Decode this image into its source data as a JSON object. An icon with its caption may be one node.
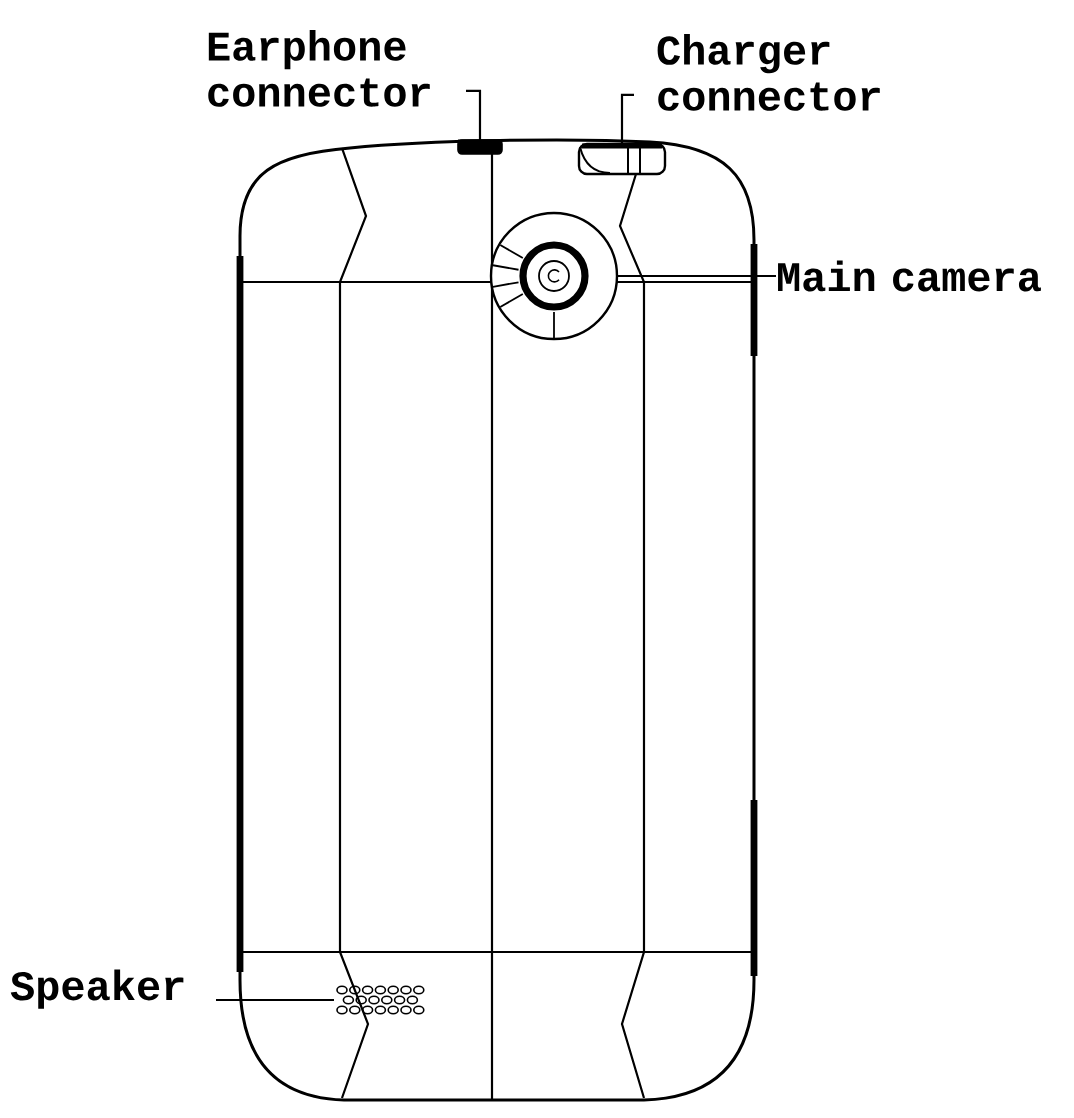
{
  "diagram": {
    "nodes": [
      {
        "text": [
          "Earphone connector"
        ]
      },
      {
        "text": [],
        "shape": "box"
      },
      {
        "text": [
          "Charger connector"
        ]
      },
      {
        "text": [],
        "shape": "box"
      },
      {
        "text": [
          "Main camera"
        ]
      },
      {
        "text": [],
        "shape": "circle"
      },
      {
        "text": [
          "Speaker"
        ]
      },
      {
        "text": [],
        "shape": "picture"
      }
    ],
    "edges": [
      {
        "from": 0,
        "to": 1,
        "arrow": "none"
      },
      {
        "from": 2,
        "to": 3,
        "arrow": "none"
      },
      {
        "from": 4,
        "to": 5,
        "arrow": "none"
      },
      {
        "from": 6,
        "to": 7,
        "arrow": "none"
      }
    ]
  }
}
